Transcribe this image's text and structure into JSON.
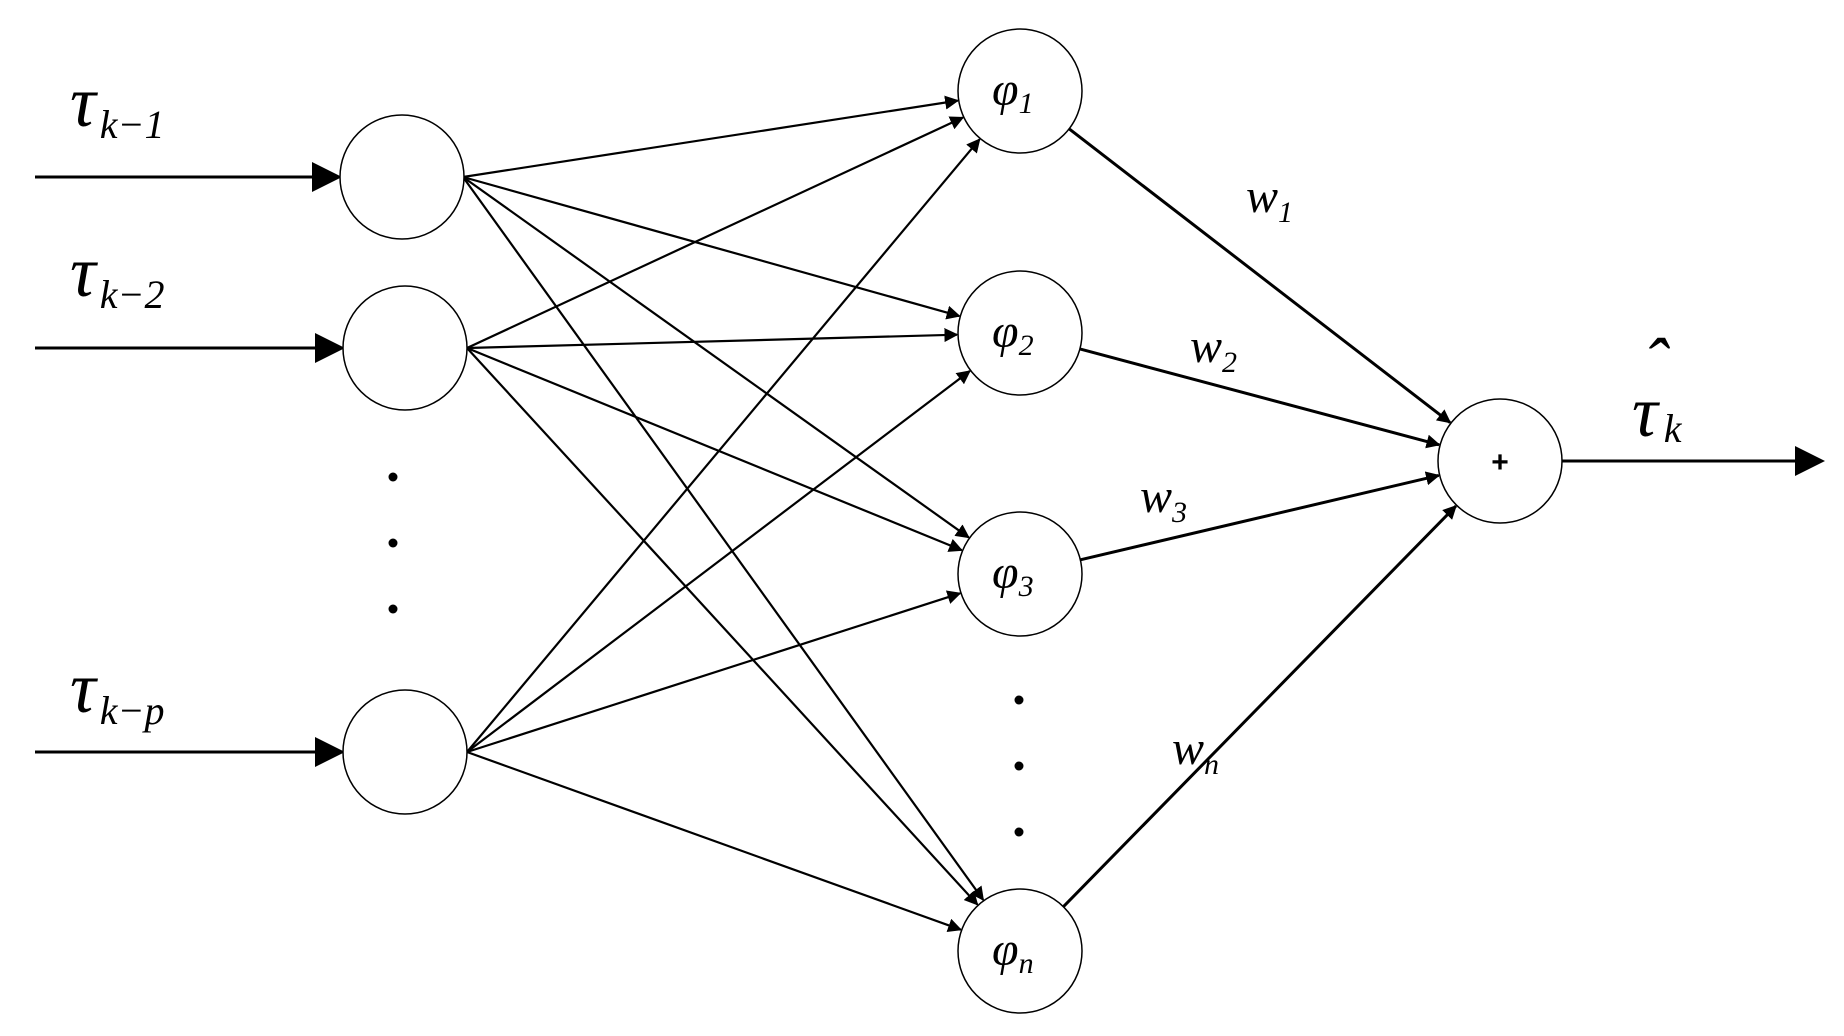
{
  "inputs": [
    {
      "symbol": "τ",
      "subscript": "k−1"
    },
    {
      "symbol": "τ",
      "subscript": "k−2"
    },
    {
      "symbol": "τ",
      "subscript": "k−p"
    }
  ],
  "hidden": [
    {
      "symbol": "φ",
      "subscript": "1"
    },
    {
      "symbol": "φ",
      "subscript": "2"
    },
    {
      "symbol": "φ",
      "subscript": "3"
    },
    {
      "symbol": "φ",
      "subscript": "n"
    }
  ],
  "weights": [
    {
      "symbol": "w",
      "subscript": "1"
    },
    {
      "symbol": "w",
      "subscript": "2"
    },
    {
      "symbol": "w",
      "subscript": "3"
    },
    {
      "symbol": "w",
      "subscript": "n"
    }
  ],
  "sum_symbol": "+",
  "output": {
    "symbol": "τ",
    "hat": "ˆ",
    "subscript": "k"
  },
  "ellipsis": "·"
}
